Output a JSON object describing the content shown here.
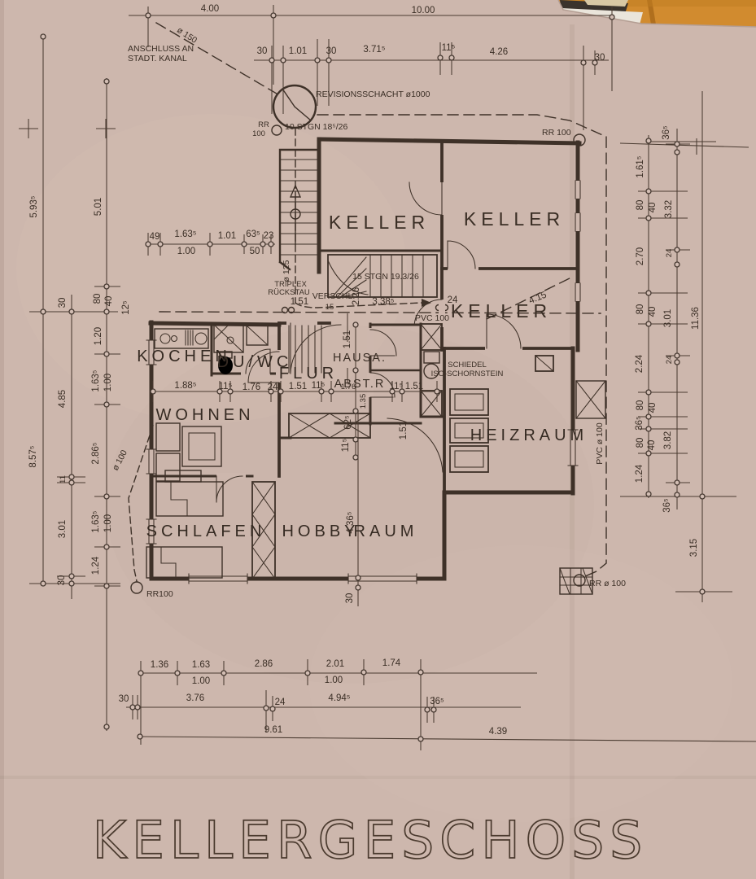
{
  "drawing": {
    "title": "KELLERGESCHOSS",
    "colors": {
      "paper": "#cdb7ad",
      "ink": "#3e3128",
      "wood": "#d18b2f"
    },
    "rooms": {
      "keller_nw": "KELLER",
      "keller_ne": "KELLER",
      "keller_e": "KELLER",
      "kochen": "KOCHEN",
      "du_wc": "DU/WC",
      "flur": "FLUR",
      "hausa": "HAUSA.",
      "abstr": "ABST.R",
      "wohnen": "WOHNEN",
      "schlafen": "SCHLAFEN",
      "hobby_1": "HOBBY",
      "hobby_2": "RAUM",
      "heizraum": "HEIZRAUM"
    },
    "annotations": {
      "anschluss1": "ANSCHLUSS AN",
      "anschluss2": "STADT. KANAL",
      "kanal": "ø 150",
      "revision": "REVISIONSSCHACHT ø1000",
      "stair_up": "10 STGN 18⁵/26",
      "stair_down": "15 STGN 19.3/26",
      "rr_a1": "RR",
      "rr_a2": "100",
      "rr_b": "RR 100",
      "rr_c": "RR100",
      "rr_d": "RR ø 100",
      "triplex1": "TRIPLEX",
      "triplex2": "RÜCKSTAU",
      "verschl": "VERSCHL.",
      "pvc_h": "PVC 100",
      "pvc_v": "PVC ø 100",
      "o125": "ø 125",
      "o100": "ø 100",
      "schiedel1": "SCHIEDEL",
      "schiedel2": "ISO-SCHORNSTEIN"
    },
    "dims": {
      "top": [
        "4.00",
        "10.00",
        "30",
        "1.01",
        "30",
        "3.71⁵",
        "11⁵",
        "4.26",
        "30"
      ],
      "mid": [
        "49",
        "1.63⁵",
        "1.00",
        "1.01",
        "63⁵",
        "23",
        "50"
      ],
      "stair": [
        "1.51",
        "2.26",
        "3.38⁵",
        "24",
        "4.15",
        "15"
      ],
      "kitchen_row": [
        "1.88⁵",
        "11⁵",
        "1.76",
        "24",
        "1.51",
        "11⁵",
        "1.76",
        "1.35",
        "11⁵",
        "1.51"
      ],
      "vert_mid": [
        "1.51",
        "62⁵",
        "11⁵",
        "4.36⁵",
        "30",
        "1.51"
      ],
      "left": [
        "5.93⁵",
        "5.01",
        "30",
        "80",
        "40",
        "12⁵",
        "1.20",
        "1.63⁵",
        "1.00",
        "4.85",
        "8.57⁵",
        "11",
        "2.86⁵",
        "3.01",
        "1.63⁵",
        "1.00",
        "1.24",
        "30"
      ],
      "right": [
        "36⁵",
        "1.61⁵",
        "80",
        "40",
        "3.32",
        "2.70",
        "24",
        "80",
        "40",
        "3.01",
        "11.36",
        "2.24",
        "24",
        "80",
        "40",
        "36⁵",
        "80",
        "40",
        "3.82",
        "1.24",
        "36⁵",
        "3.15"
      ],
      "bottom": [
        "1.36",
        "1.63",
        "1.00",
        "2.86",
        "2.01",
        "1.00",
        "1.74",
        "30",
        "3.76",
        "24",
        "4.94⁵",
        "36⁵",
        "9.61",
        "4.39"
      ]
    }
  }
}
